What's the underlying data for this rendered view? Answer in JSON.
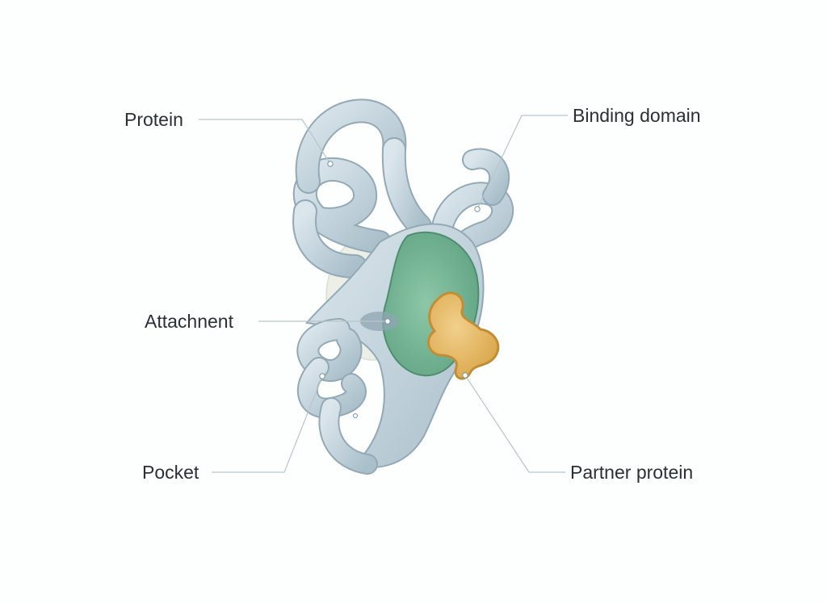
{
  "labels": {
    "protein": "Protein",
    "binding_domain": "Binding domain",
    "attachment": "Attachnent",
    "pocket": "Pocket",
    "partner_protein": "Partner protein"
  },
  "colors": {
    "ribbon_fill": "#c6d5dd",
    "ribbon_edge": "#93a9b5",
    "binding_domain": "#7dbb9c",
    "partner_protein": "#e2b561",
    "leader_line": "#b8c6cc",
    "text": "#2b3036"
  }
}
